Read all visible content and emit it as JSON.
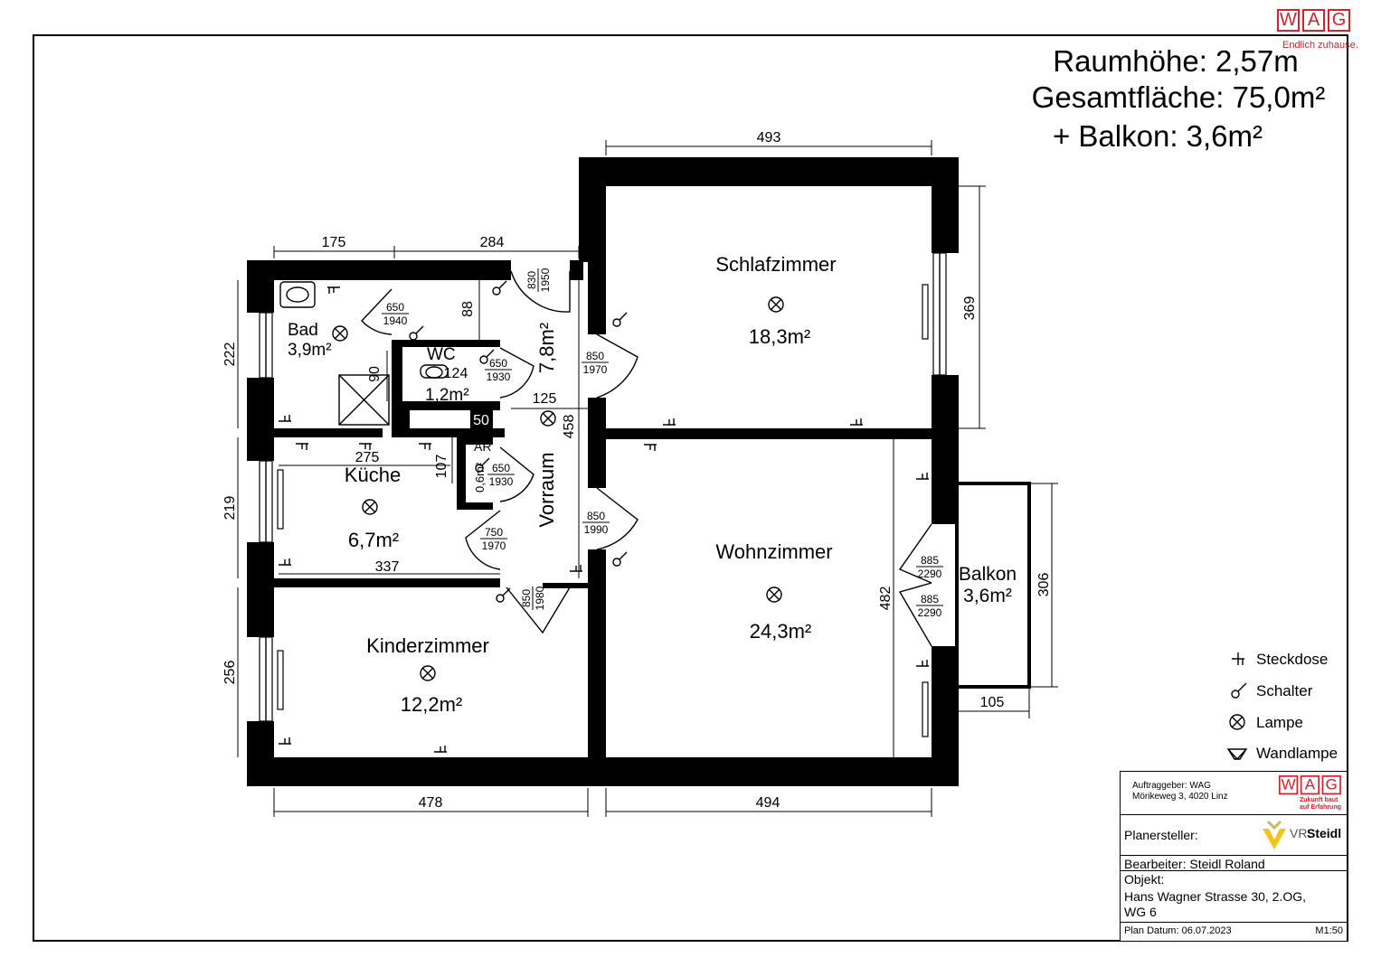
{
  "header": {
    "logo_letters": [
      "W",
      "A",
      "G"
    ],
    "logo_tagline": "Endlich zuhause.",
    "room_height": "Raumhöhe: 2,57m",
    "total_area": "Gesamtfläche: 75,0m²",
    "balcony_area": "+ Balkon: 3,6m²"
  },
  "rooms": {
    "schlafzimmer": {
      "name": "Schlafzimmer",
      "area": "18,3m²"
    },
    "wohnzimmer": {
      "name": "Wohnzimmer",
      "area": "24,3m²"
    },
    "kinderzimmer": {
      "name": "Kinderzimmer",
      "area": "12,2m²"
    },
    "kueche": {
      "name": "Küche",
      "area": "6,7m²"
    },
    "bad": {
      "name": "Bad",
      "area": "3,9m²"
    },
    "wc": {
      "name": "WC",
      "area": "1,2m²"
    },
    "ar": {
      "name": "AR",
      "area": "0,6m²"
    },
    "vorraum": {
      "name": "Vorraum",
      "area": "7,8m²"
    },
    "balkon": {
      "name": "Balkon",
      "area": "3,6m²"
    }
  },
  "dimensions": {
    "top_schlaf": "493",
    "bad_w": "175",
    "vor_w": "284",
    "bad_h": "222",
    "vor_88": "88",
    "shower_90": "90",
    "wc_124": "124",
    "vor_125": "125",
    "block_50": "50",
    "kueche_275": "275",
    "kueche_107": "107",
    "vor_458": "458",
    "kueche_h": "219",
    "kueche_337": "337",
    "kinder_h": "256",
    "bottom_478": "478",
    "bottom_494": "494",
    "schlaf_h": "369",
    "wohn_482": "482",
    "balkon_306": "306",
    "balkon_105": "105"
  },
  "doors": {
    "d_830": [
      "830",
      "1950"
    ],
    "d_650_bad": [
      "650",
      "1940"
    ],
    "d_650_wc": [
      "650",
      "1930"
    ],
    "d_850_schlaf": [
      "850",
      "1970"
    ],
    "d_650_ar": [
      "650",
      "1930"
    ],
    "d_850_wohn": [
      "850",
      "1990"
    ],
    "d_750": [
      "750",
      "1970"
    ],
    "d_850_kinder": [
      "850",
      "1980"
    ],
    "d_885_a": [
      "885",
      "2290"
    ],
    "d_885_b": [
      "885",
      "2290"
    ]
  },
  "legend": [
    {
      "icon": "socket-icon",
      "label": "Steckdose"
    },
    {
      "icon": "switch-icon",
      "label": "Schalter"
    },
    {
      "icon": "lamp-icon",
      "label": "Lampe"
    },
    {
      "icon": "wall-lamp-icon",
      "label": "Wandlampe"
    }
  ],
  "title_block": {
    "client_line1": "Auftraggeber: WAG",
    "client_line2": "Mörikeweg 3, 4020 Linz",
    "client_logo_tagline1": "Zukunft baut",
    "client_logo_tagline2": "auf Erfahrung",
    "planner_label": "Planersteller:",
    "planner_logo_vr": "VR",
    "planner_logo_name": "Steidl",
    "editor": "Bearbeiter: Steidl Roland",
    "object_label": "Objekt:",
    "object_line1": "Hans Wagner Strasse 30, 2.OG,",
    "object_line2": "WG 6",
    "plan_date": "Plan Datum: 06.07.2023",
    "scale": "M1:50"
  },
  "colors": {
    "brand_red": "#d7202c",
    "planner_yellow": "#f3c318"
  }
}
